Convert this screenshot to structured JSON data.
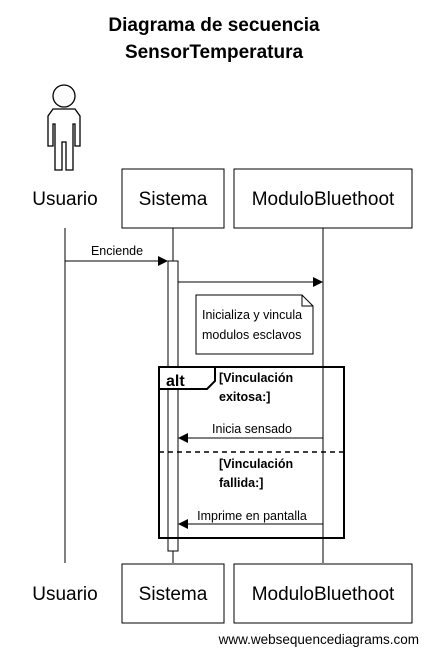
{
  "title_line1": "Diagrama de secuencia",
  "title_line2": "SensorTemperatura",
  "participants": {
    "usuario": "Usuario",
    "sistema": "Sistema",
    "modulo": "ModuloBluethoot"
  },
  "messages": {
    "enciende": "Enciende",
    "inicia_sensado": "Inicia sensado",
    "imprime": "Imprime en pantalla"
  },
  "note": {
    "line1": "Inicializa y vincula",
    "line2": "modulos esclavos"
  },
  "alt_fragment": {
    "label": "alt",
    "guard1_line1": "[Vinculación",
    "guard1_line2": "exitosa:]",
    "guard2_line1": "[Vinculación",
    "guard2_line2": "fallida:]"
  },
  "footer": "www.websequencediagrams.com"
}
